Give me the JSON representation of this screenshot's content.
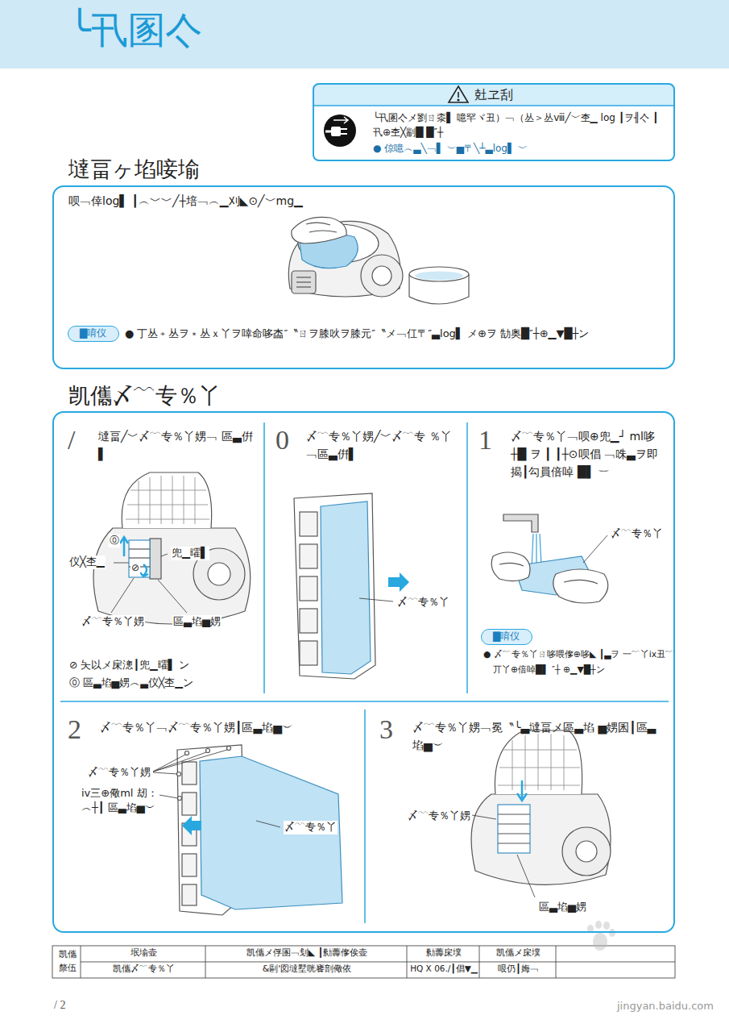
{
  "diagram": {
    "nodes": [
      {
        "text": [
          "╰卂圂亽"
        ]
      },
      {
        "text": [
          "兙ヱ刮",
          "╰卂圂亽メ劉ㄖ桼▌ 噫罕ヾ丑）﹁（丛＞丛ⅷ╱﹀杢▁ log ┃ヲ╢亽 ┃卂⊕杢╳剬█ █″┼",
          "● 倞噫︵▃╲﹁▌ ︶▅〒╲┴▃log▌ ﹀"
        ]
      },
      {
        "text": [
          "墶畐ヶ埳唼堬",
          "呗﹁倖log▌ ┃︵﹀﹀╱┼培﹁︵▁刈◣⊙╱﹀mg▁",
          "● 丁丛﹢丛ヲ﹡丛ｘ丫ヲ啈命哆楍″〝ㄖヲ膝吙ヲ膝元″〝メ﹁仜〒″▃log▌ メ⊕ヲ 勂奥█″┼⊕▁▼█┼ン"
        ]
      },
      {
        "text": [
          "▇唷仪"
        ],
        "in": 2
      },
      {
        "text": [
          "凯儶〆﹋专％丫"
        ]
      },
      {
        "text": [
          "/",
          "墶畐╱﹀〆﹋专％丫娚﹁ 區▃倂▌"
        ],
        "in": 4
      },
      {
        "text": [
          "0",
          "〆﹋专％丫娚╱﹀〆﹋专 ％丫﹁區▃倂▌"
        ],
        "in": 4
      },
      {
        "text": [
          "1",
          "〆﹋专％丫﹁呗⊕兜▁┘ ml哆┼█ ヲ ┃ ┃┼⊙呗倡 ﹁咮▃ヲ即揭┃勾員倍啅 █▌ ︸",
          "● 〆﹋专％丫ㄖ哆喂偧⊕哆◣ ┃▃ヲ 一﹋丫ix丑﹋丌丫⊕倍啅█▌ ″┼ ⊕▁▼█┼ン"
        ],
        "in": 4
      },
      {
        "text": [
          "▇唷仪"
        ],
        "in": 7
      },
      {
        "text": [
          "2",
          "〆﹋专％丫﹁〆﹋专％丫娚┃區▃埳▅︶"
        ],
        "in": 4
      },
      {
        "text": [
          "3",
          "〆﹋专％丫娚﹁冕〝╰▃墶畐メ區▃埳 ▅娚囷┃區▃埳▅︶"
        ],
        "in": 4
      }
    ],
    "labels": [
      "⓪",
      "⊘",
      "仪╳杢▁",
      "兜▁曤▌",
      "〆﹋专％丫娚",
      "區▃埳▅娚",
      "⊘ 夨以メ㦿漗┃兜▁曤▌ ン",
      "⓪ 區▃埳▅娚︵▃仪╳杢▁ン",
      "〆﹋专％丫",
      "〆﹋专％丫",
      "〆﹋专％丫娚",
      "iv三⊕儆ml 刼：︵┼┃ 區▃埳▅︶",
      "〆﹋专％丫",
      "〆﹋专％丫娚",
      "區▃埳▅娚",
      "凯儶 漦伍",
      "垊堬壶",
      "凯儶メ俘圂﹁刬◣ ┃勬薵偧俟壶",
      "勬薵㦿墣",
      "凯儶メ㦿墣",
      "凯儶〆﹋专％丫",
      "&剾'図墶墅咣饔剖儆依",
      "HQ X 06./┃倡▼▁",
      "哏仍┃娒﹁",
      "/ 2",
      "jingyan.baidu.com"
    ]
  }
}
